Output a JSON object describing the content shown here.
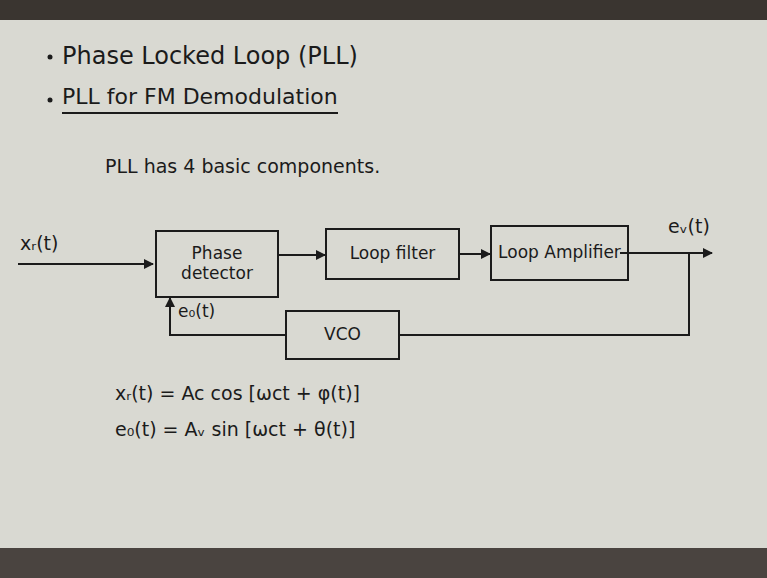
{
  "diagram": {
    "title": "Phase Locked Loop (PLL)",
    "nodes": [
      {
        "text": [
          "Phase detector"
        ]
      },
      {
        "text": [
          "Loop filter"
        ]
      },
      {
        "text": [
          "Loop Amplifier"
        ]
      },
      {
        "text": [
          "VCO"
        ]
      }
    ],
    "edges": [
      {
        "from": 0,
        "to": 1,
        "arrow": "to"
      },
      {
        "from": 1,
        "to": 2,
        "arrow": "to"
      },
      {
        "from": 2,
        "to": 3,
        "arrow": "none"
      },
      {
        "from": 3,
        "to": 0,
        "label": "e₀(t)",
        "arrow": "to"
      }
    ],
    "labels": [
      "PLL for FM Demodulation",
      "PLL has 4 basic components.",
      "xᵣ(t)",
      "eᵥ(t)",
      "xᵣ(t) = Ac cos [ωct + φ(t)]",
      "e₀(t) = Aᵥ sin [ωct + θ(t)]"
    ]
  }
}
